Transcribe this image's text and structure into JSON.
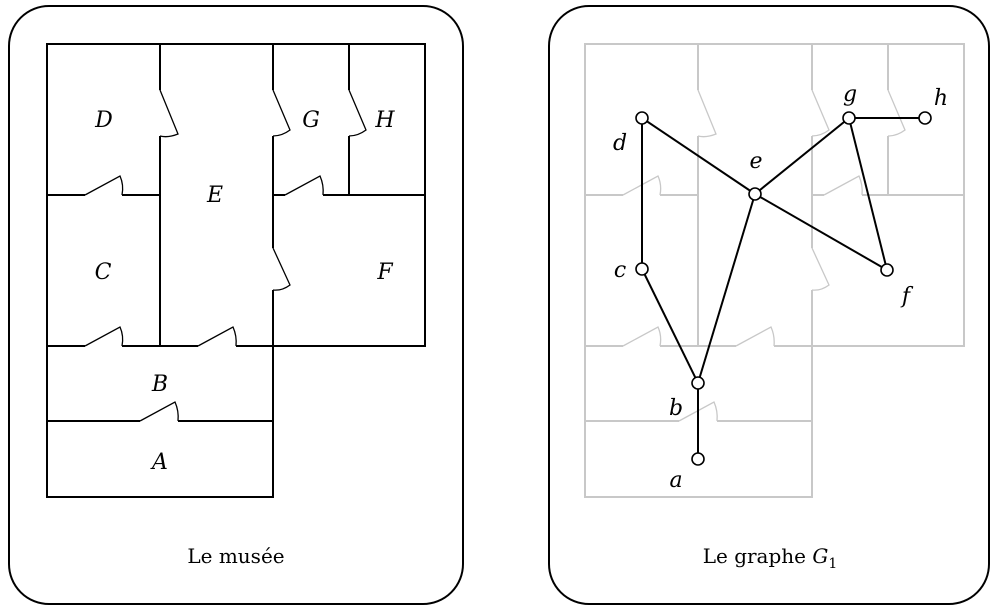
{
  "museum": {
    "caption": "Le musée",
    "rooms": {
      "A": "A",
      "B": "B",
      "C": "C",
      "D": "D",
      "E": "E",
      "F": "F",
      "G": "G",
      "H": "H"
    }
  },
  "graph": {
    "caption_prefix": "Le graphe ",
    "caption_var": "G",
    "caption_sub": "1",
    "vertices": [
      "a",
      "b",
      "c",
      "d",
      "e",
      "f",
      "g",
      "h"
    ],
    "edges": [
      [
        "a",
        "b"
      ],
      [
        "b",
        "c"
      ],
      [
        "c",
        "d"
      ],
      [
        "d",
        "e"
      ],
      [
        "b",
        "e"
      ],
      [
        "e",
        "g"
      ],
      [
        "e",
        "f"
      ],
      [
        "g",
        "f"
      ],
      [
        "g",
        "h"
      ]
    ]
  }
}
